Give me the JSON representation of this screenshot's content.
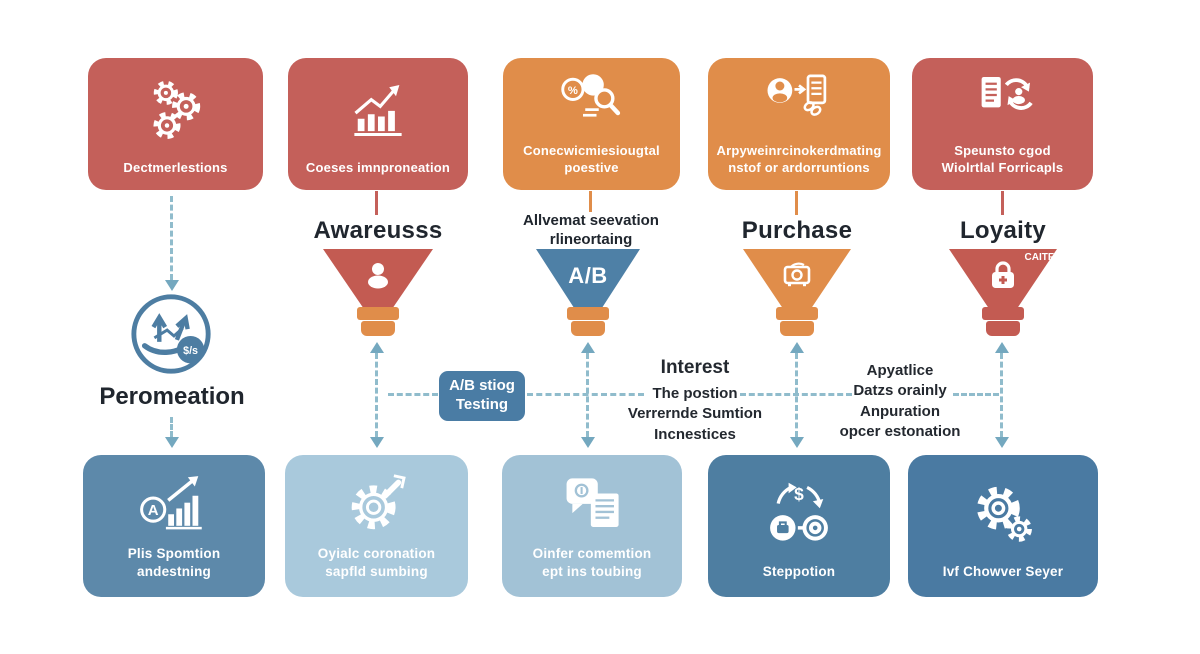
{
  "colors": {
    "red": "#c4605a",
    "funnel_red": "#c35b52",
    "orange": "#e08d4a",
    "funnel_blue": "#4e80a6",
    "badge_blue": "#4a7ca4",
    "bottom_blue_mid": "#5d89aa",
    "bottom_blue_light": "#a9c9dc",
    "bottom_blue_light2": "#a2c2d6",
    "bottom_blue_dark": "#4e7ea1",
    "bottom_blue_dark2": "#4a7aa2",
    "dash": "#90bccc",
    "text_dark": "#20262e"
  },
  "top_boxes": [
    {
      "icon": "gears-icon",
      "caption_lines": [
        "Dectmerlestions",
        ""
      ]
    },
    {
      "icon": "growth-chart-icon",
      "caption_lines": [
        "Coeses imnproneation",
        ""
      ]
    },
    {
      "icon": "percent-magnifier-icon",
      "caption_lines": [
        "Conecwicmiesiougtal",
        "poestive"
      ]
    },
    {
      "icon": "user-handoff-icon",
      "caption_lines": [
        "Arpyweinrcinokerdmating",
        "nstof or ardorruntions"
      ]
    },
    {
      "icon": "receipt-loop-icon",
      "caption_lines": [
        "Speunsto cgod",
        "Wiolrtlal Forricapls"
      ]
    }
  ],
  "stage_labels": [
    {
      "lines": [
        "Awareusss",
        ""
      ]
    },
    {
      "lines": [
        "Allvemat seevation",
        "rlineortaing"
      ]
    },
    {
      "lines": [
        "Purchase",
        ""
      ]
    },
    {
      "lines": [
        "Loyaity",
        ""
      ]
    }
  ],
  "funnels": [
    {
      "icon": "person-icon",
      "text": "",
      "tag": ""
    },
    {
      "icon": "ab-label",
      "text": "A/B",
      "tag": ""
    },
    {
      "icon": "camera-icon",
      "text": "",
      "tag": ""
    },
    {
      "icon": "lock-icon",
      "text": "",
      "tag": "CAITF"
    }
  ],
  "left_flow": {
    "icon": "hand-growth-icon",
    "badge_text": "$/s",
    "label": "Peromeation"
  },
  "center": {
    "ab_badge_lines": [
      "A/B stiog",
      "Testing"
    ],
    "interest_block": [
      "Interest",
      "The postion",
      "Verrernde Sumtion",
      "Incnestices"
    ],
    "right_block": [
      "Apyatlice",
      "Datzs orainly",
      "Anpuration",
      "opcer estonation"
    ]
  },
  "bottom_boxes": [
    {
      "icon": "a-growth-icon",
      "glyph": "A",
      "caption_lines": [
        "Plis Spomtion",
        "andestning"
      ]
    },
    {
      "icon": "gear-wrench-icon",
      "glyph": "",
      "caption_lines": [
        "Oyialc coronation",
        "sapfld sumbing"
      ]
    },
    {
      "icon": "chat-doc-icon",
      "glyph": "",
      "caption_lines": [
        "Oinfer comemtion",
        "ept ins toubing"
      ]
    },
    {
      "icon": "money-exchange-icon",
      "glyph": "$",
      "caption_lines": [
        "Steppotion",
        ""
      ]
    },
    {
      "icon": "double-gear-icon",
      "glyph": "",
      "caption_lines": [
        "Ivf Chowver Seyer",
        ""
      ]
    }
  ],
  "glyphs": {
    "percent": "%"
  }
}
